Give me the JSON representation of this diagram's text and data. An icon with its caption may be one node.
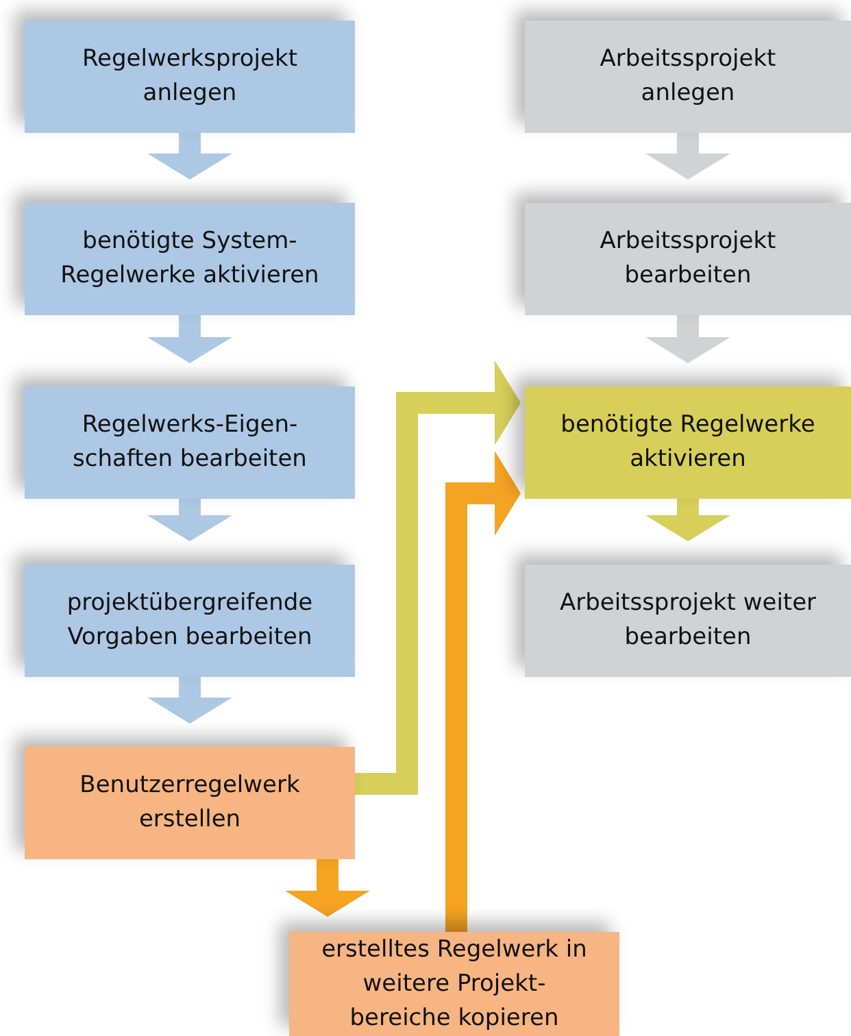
{
  "diagram": {
    "nodes": [
      {
        "text": [
          "Regelwerksprojekt anlegen"
        ]
      },
      {
        "text": [
          "benötigte System-Regelwerke aktivieren"
        ]
      },
      {
        "text": [
          "Regelwerks-Eigen-schaften bearbeiten"
        ]
      },
      {
        "text": [
          "projektübergreifende Vorgaben bearbeiten"
        ]
      },
      {
        "text": [
          "Benutzerregelwerk erstellen"
        ]
      },
      {
        "text": [
          "erstelltes Regelwerk in weitere Projekt-bereiche kopieren"
        ]
      },
      {
        "text": [
          "Arbeitssprojekt anlegen"
        ]
      },
      {
        "text": [
          "Arbeitssprojekt bearbeiten"
        ]
      },
      {
        "text": [
          "benötigte Regelwerke aktivieren"
        ]
      },
      {
        "text": [
          "Arbeitssprojekt weiter bearbeiten"
        ]
      }
    ],
    "edges": [
      {
        "from": 0,
        "to": 1,
        "arrow": "to"
      },
      {
        "from": 1,
        "to": 2,
        "arrow": "to"
      },
      {
        "from": 2,
        "to": 3,
        "arrow": "to"
      },
      {
        "from": 3,
        "to": 4,
        "arrow": "to"
      },
      {
        "from": 4,
        "to": 5,
        "arrow": "to",
        "color": "#f4a322"
      },
      {
        "from": 6,
        "to": 7,
        "arrow": "to",
        "color": "#d1d2d4"
      },
      {
        "from": 7,
        "to": 8,
        "arrow": "to",
        "color": "#d1d2d4"
      },
      {
        "from": 8,
        "to": 9,
        "arrow": "to",
        "color": "#d7cf5a"
      },
      {
        "from": 4,
        "to": 8,
        "arrow": "to",
        "color": "#d7cf5a"
      },
      {
        "from": 5,
        "to": 8,
        "arrow": "to",
        "color": "#f4a322"
      }
    ]
  }
}
